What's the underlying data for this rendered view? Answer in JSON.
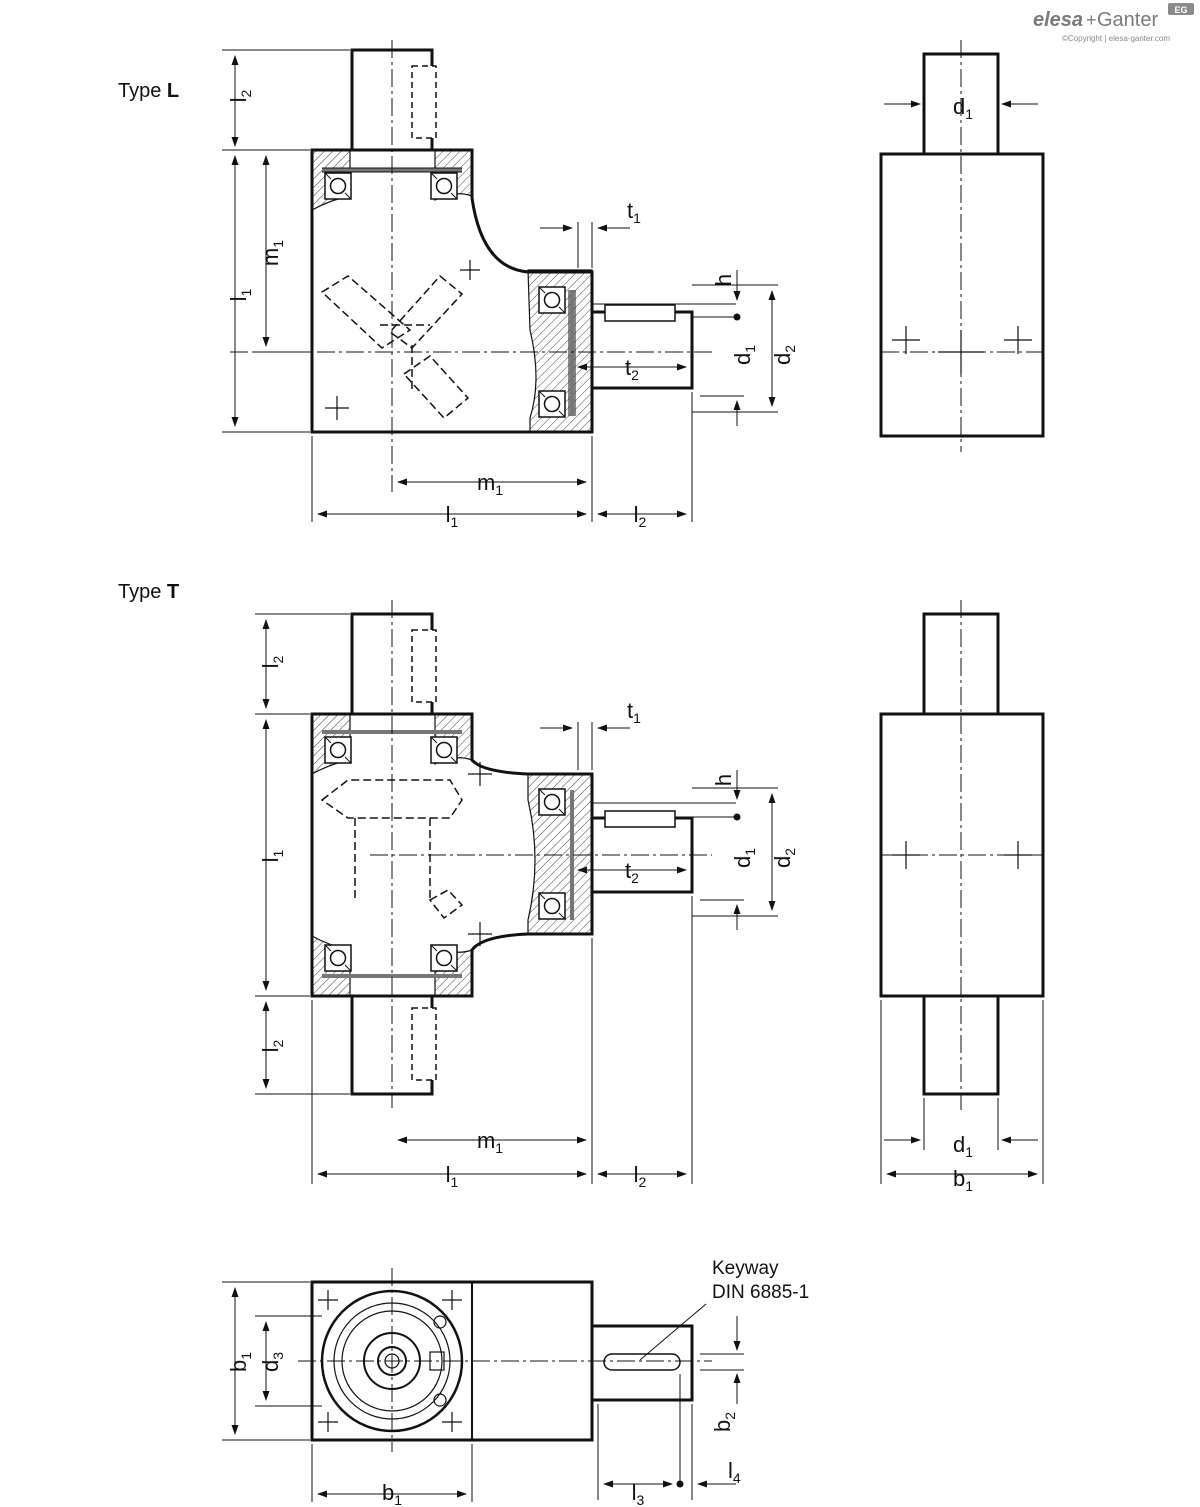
{
  "brand": {
    "name_left": "elesa",
    "name_right": "Ganter",
    "plus": "+",
    "copyright": "©Copyright | elesa-ganter.com",
    "badge": "EG"
  },
  "views": {
    "type_l": {
      "prefix": "Type ",
      "letter": "L"
    },
    "type_t": {
      "prefix": "Type ",
      "letter": "T"
    }
  },
  "dimensions": {
    "l": {
      "main": "l",
      "sub1": "1",
      "sub2": "2",
      "sub3": "3",
      "sub4": "4"
    },
    "m": {
      "main": "m",
      "sub": "1"
    },
    "d": {
      "main": "d",
      "sub1": "1",
      "sub2": "2",
      "sub3": "3"
    },
    "t": {
      "main": "t",
      "sub1": "1",
      "sub2": "2"
    },
    "b": {
      "main": "b",
      "sub1": "1",
      "sub2": "2"
    },
    "h": "h"
  },
  "keyway": {
    "line1": "Keyway",
    "line2": "DIN 6885-1"
  },
  "colors": {
    "line": "#111111",
    "hatch": "#444444",
    "bearing": "#777777"
  }
}
